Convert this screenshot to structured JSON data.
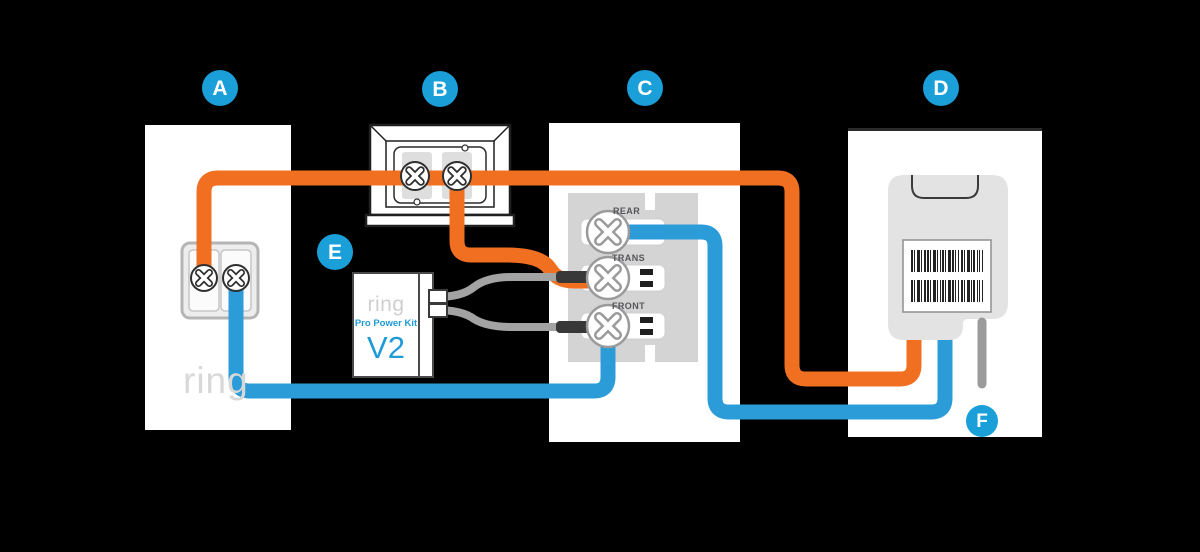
{
  "badges": {
    "a": "A",
    "b": "B",
    "c": "C",
    "d": "D",
    "e": "E",
    "f": "F"
  },
  "chime": {
    "terminals": [
      {
        "label": "REAR"
      },
      {
        "label": "TRANS"
      },
      {
        "label": "FRONT"
      }
    ]
  },
  "doorbell_button": {
    "logo": "ring"
  },
  "pro_power_kit": {
    "logo": "ring",
    "product_name": "Pro Power Kit",
    "version": "V2"
  },
  "icons": {
    "screw": "phillips-screw-x",
    "barcode": "barcode-stripes"
  },
  "colors": {
    "background": "#000000",
    "badge_blue": "#1b9fd9",
    "wire_orange": "#f06f21",
    "wire_blue": "#2b9cd8",
    "wire_gray": "#a3a3a3",
    "connector_dark": "#383838",
    "kit_text_blue": "#1e9bd7",
    "logo_gray": "#d8d8d8",
    "chime_plate_gray": "#d4d4d4",
    "doorbell_gray": "#e3e3e3",
    "strap_gray": "#9b9b9b",
    "terminal_label_gray": "#55565a"
  }
}
